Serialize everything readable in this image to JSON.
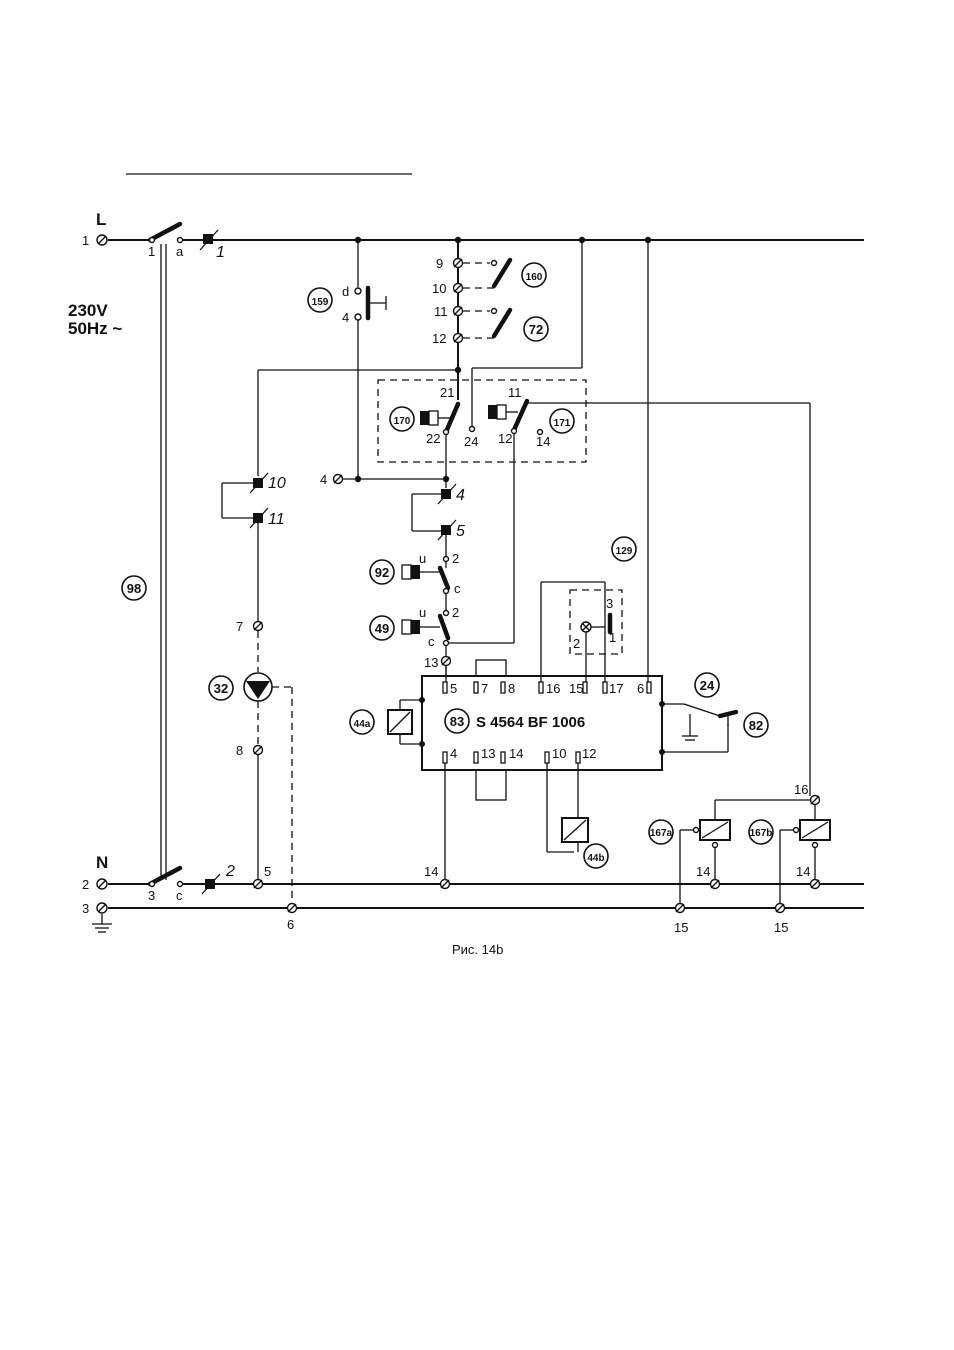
{
  "supply": {
    "line_label": "L",
    "neutral_label": "N",
    "voltage": "230V",
    "frequency": "50Hz ~",
    "terminal_l": "1",
    "terminal_n": "2",
    "terminal_pe": "3",
    "main_switch_id": "98",
    "switch_top_left": "1",
    "switch_top_right": "a",
    "switch_bottom_left": "3",
    "switch_bottom_right": "c"
  },
  "connectors": {
    "c1": "1",
    "c2": "2",
    "c4": "4",
    "c5": "5",
    "c10": "10",
    "c11": "11"
  },
  "components": {
    "c159": "159",
    "c160": "160",
    "c72": "72",
    "c170": "170",
    "c171": "171",
    "c92": "92",
    "c49": "49",
    "c129": "129",
    "c32": "32",
    "c44a": "44a",
    "c83": "83",
    "c24": "24",
    "c82": "82",
    "c44b": "44b",
    "c167a": "167a",
    "c167b": "167b"
  },
  "module": {
    "name": "S 4564 BF 1006",
    "top_pins": [
      "5",
      "7",
      "8",
      "16",
      "15",
      "17",
      "6"
    ],
    "bottom_pins": [
      "4",
      "13",
      "14",
      "10",
      "12"
    ]
  },
  "labels": {
    "t9": "9",
    "t10": "10",
    "t11": "11",
    "t12": "12",
    "b159_d": "d",
    "b159_4": "4",
    "r170_21": "21",
    "r170_22": "22",
    "r170_24": "24",
    "r171_11": "11",
    "r171_12": "12",
    "r171_14": "14",
    "t4": "4",
    "s92_u": "u",
    "s92_2": "2",
    "s92_c": "c",
    "s49_u": "u",
    "s49_2": "2",
    "s49_c": "c",
    "t13": "13",
    "t7": "7",
    "t8": "8",
    "s129_3": "3",
    "s129_2": "2",
    "s129_1": "1",
    "n5": "5",
    "n14": "14",
    "pe6": "6",
    "r16": "16",
    "r14a": "14",
    "r14b": "14",
    "pe15a": "15",
    "pe15b": "15"
  },
  "caption": "Рис. 14b"
}
